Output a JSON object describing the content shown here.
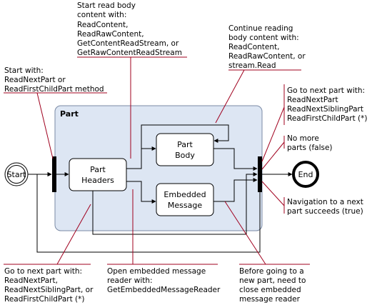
{
  "diagram": {
    "region": {
      "title": "Part"
    },
    "states": {
      "start": "Start",
      "end": "End",
      "part_headers": [
        "Part",
        "Headers"
      ],
      "part_body": [
        "Part",
        "Body"
      ],
      "embedded_message": [
        "Embedded",
        "Message"
      ]
    },
    "callouts": {
      "start_with": [
        "Start with:",
        "ReadNextPart or",
        "ReadFirstChildPart method"
      ],
      "start_read_body": [
        "Start read body",
        "content with:",
        "ReadContent,",
        "ReadRawContent,",
        "GetContentReadStream, or",
        "GetRawContentReadStream"
      ],
      "continue_reading": [
        "Continue reading",
        "body content with:",
        "ReadContent,",
        "ReadRawContent, or",
        "stream.Read"
      ],
      "go_to_next_part_right": [
        "Go to next part with:",
        "ReadNextPart",
        "ReadNextSiblingPart",
        "ReadFirstChildPart (*)"
      ],
      "no_more_parts": [
        "No more",
        "parts (false)"
      ],
      "navigation_succeeds": [
        "Navigation to a next",
        "part succeeds (true)"
      ],
      "go_to_next_part_left": [
        "Go to next part with:",
        "ReadNextPart,",
        "ReadNextSiblingPart, or",
        "ReadFirstChildPart (*)"
      ],
      "open_embedded": [
        "Open embedded message",
        "reader with:",
        "GetEmbeddedMessageReader"
      ],
      "before_going": [
        "Before going to a",
        "new part, need to",
        "close embedded",
        "message reader"
      ]
    },
    "colors": {
      "region_fill": "#dde6f3",
      "region_stroke": "#7a8aa5",
      "accent_red": "#a0001e",
      "line": "#000000",
      "bar": "#000000"
    }
  }
}
